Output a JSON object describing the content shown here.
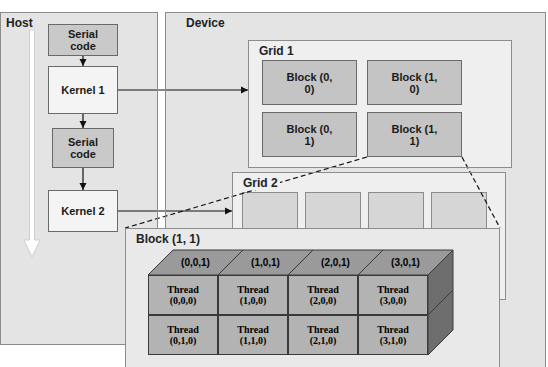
{
  "diagram": {
    "nodes": [
      {
        "text": [
          "Host"
        ]
      },
      {
        "text": [
          "Serial code"
        ],
        "in": 0
      },
      {
        "text": [
          "Kernel 1"
        ],
        "in": 0
      },
      {
        "text": [
          "Serial code"
        ],
        "in": 0
      },
      {
        "text": [
          "Kernel 2"
        ],
        "in": 0
      },
      {
        "text": [
          "Device"
        ]
      },
      {
        "text": [
          "Grid 1"
        ],
        "in": 5
      },
      {
        "text": [
          "Block (0, 0)"
        ],
        "in": 6
      },
      {
        "text": [
          "Block (1, 0)"
        ],
        "in": 6
      },
      {
        "text": [
          "Block (0, 1)"
        ],
        "in": 6
      },
      {
        "text": [
          "Block (1, 1)"
        ],
        "in": 6
      },
      {
        "text": [
          "Grid 2"
        ],
        "in": 5
      },
      {
        "text": [
          "Block (1, 1)"
        ]
      },
      {
        "text": [
          "Thread (0,0,0)"
        ],
        "in": 12
      },
      {
        "text": [
          "Thread (1,0,0)"
        ],
        "in": 12
      },
      {
        "text": [
          "Thread (2,0,0)"
        ],
        "in": 12
      },
      {
        "text": [
          "Thread (3,0,0)"
        ],
        "in": 12
      },
      {
        "text": [
          "Thread (0,1,0)"
        ],
        "in": 12
      },
      {
        "text": [
          "Thread (1,1,0)"
        ],
        "in": 12
      },
      {
        "text": [
          "Thread (2,1,0)"
        ],
        "in": 12
      },
      {
        "text": [
          "Thread (3,1,0)"
        ],
        "in": 12
      }
    ],
    "edges": [
      {
        "from": 1,
        "to": 2,
        "arrow": "to"
      },
      {
        "from": 2,
        "to": 3,
        "arrow": "to"
      },
      {
        "from": 3,
        "to": 4,
        "arrow": "to"
      },
      {
        "from": 2,
        "to": 6,
        "arrow": "to"
      },
      {
        "from": 4,
        "to": 11,
        "arrow": "to"
      },
      {
        "from": 10,
        "to": 12,
        "arrow": "none"
      },
      {
        "from": 10,
        "to": 12,
        "arrow": "none"
      }
    ],
    "labels": [
      "(0,0,1)",
      "(1,0,1)",
      "(2,0,1)",
      "(3,0,1)"
    ]
  }
}
